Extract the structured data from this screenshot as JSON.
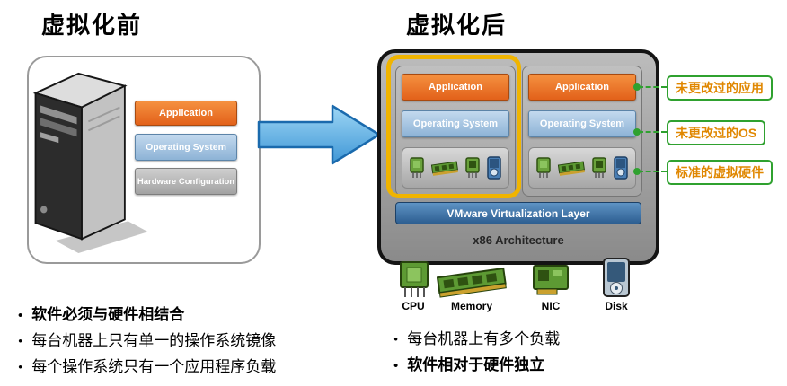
{
  "titles": {
    "before": "虚拟化前",
    "after": "虚拟化后"
  },
  "before": {
    "stack": [
      {
        "label": "Application"
      },
      {
        "label": "Operating System"
      },
      {
        "label": "Hardware Configuration"
      }
    ]
  },
  "after": {
    "vms": [
      {
        "app": "Application",
        "os": "Operating System"
      },
      {
        "app": "Application",
        "os": "Operating System"
      }
    ],
    "virtualization_layer": "VMware Virtualization Layer",
    "architecture": "x86 Architecture",
    "hardware": [
      "CPU",
      "Memory",
      "NIC",
      "Disk"
    ]
  },
  "annotations": [
    {
      "label": "未更改过的应用"
    },
    {
      "label": "未更改过的OS"
    },
    {
      "label": "标准的虚拟硬件"
    }
  ],
  "bullets_left": [
    {
      "text": "软件必须与硬件相结合"
    },
    {
      "text": "每台机器上只有单一的操作系统镜像"
    },
    {
      "text": "每个操作系统只有一个应用程序负载"
    }
  ],
  "bullets_right": [
    {
      "text": "每台机器上有多个负载"
    },
    {
      "text": "软件相对于硬件独立"
    }
  ],
  "colors": {
    "application": "#e2611a",
    "operating_system": "#8db3d6",
    "hardware_bar": "#a2a2a2",
    "vmware_layer": "#2d5e91",
    "highlight_border": "#f0b400",
    "annotation_border": "#2fa12f",
    "annotation_text": "#e08700",
    "arrow": "#3f97d6",
    "chip_green": "#5d9a33"
  }
}
